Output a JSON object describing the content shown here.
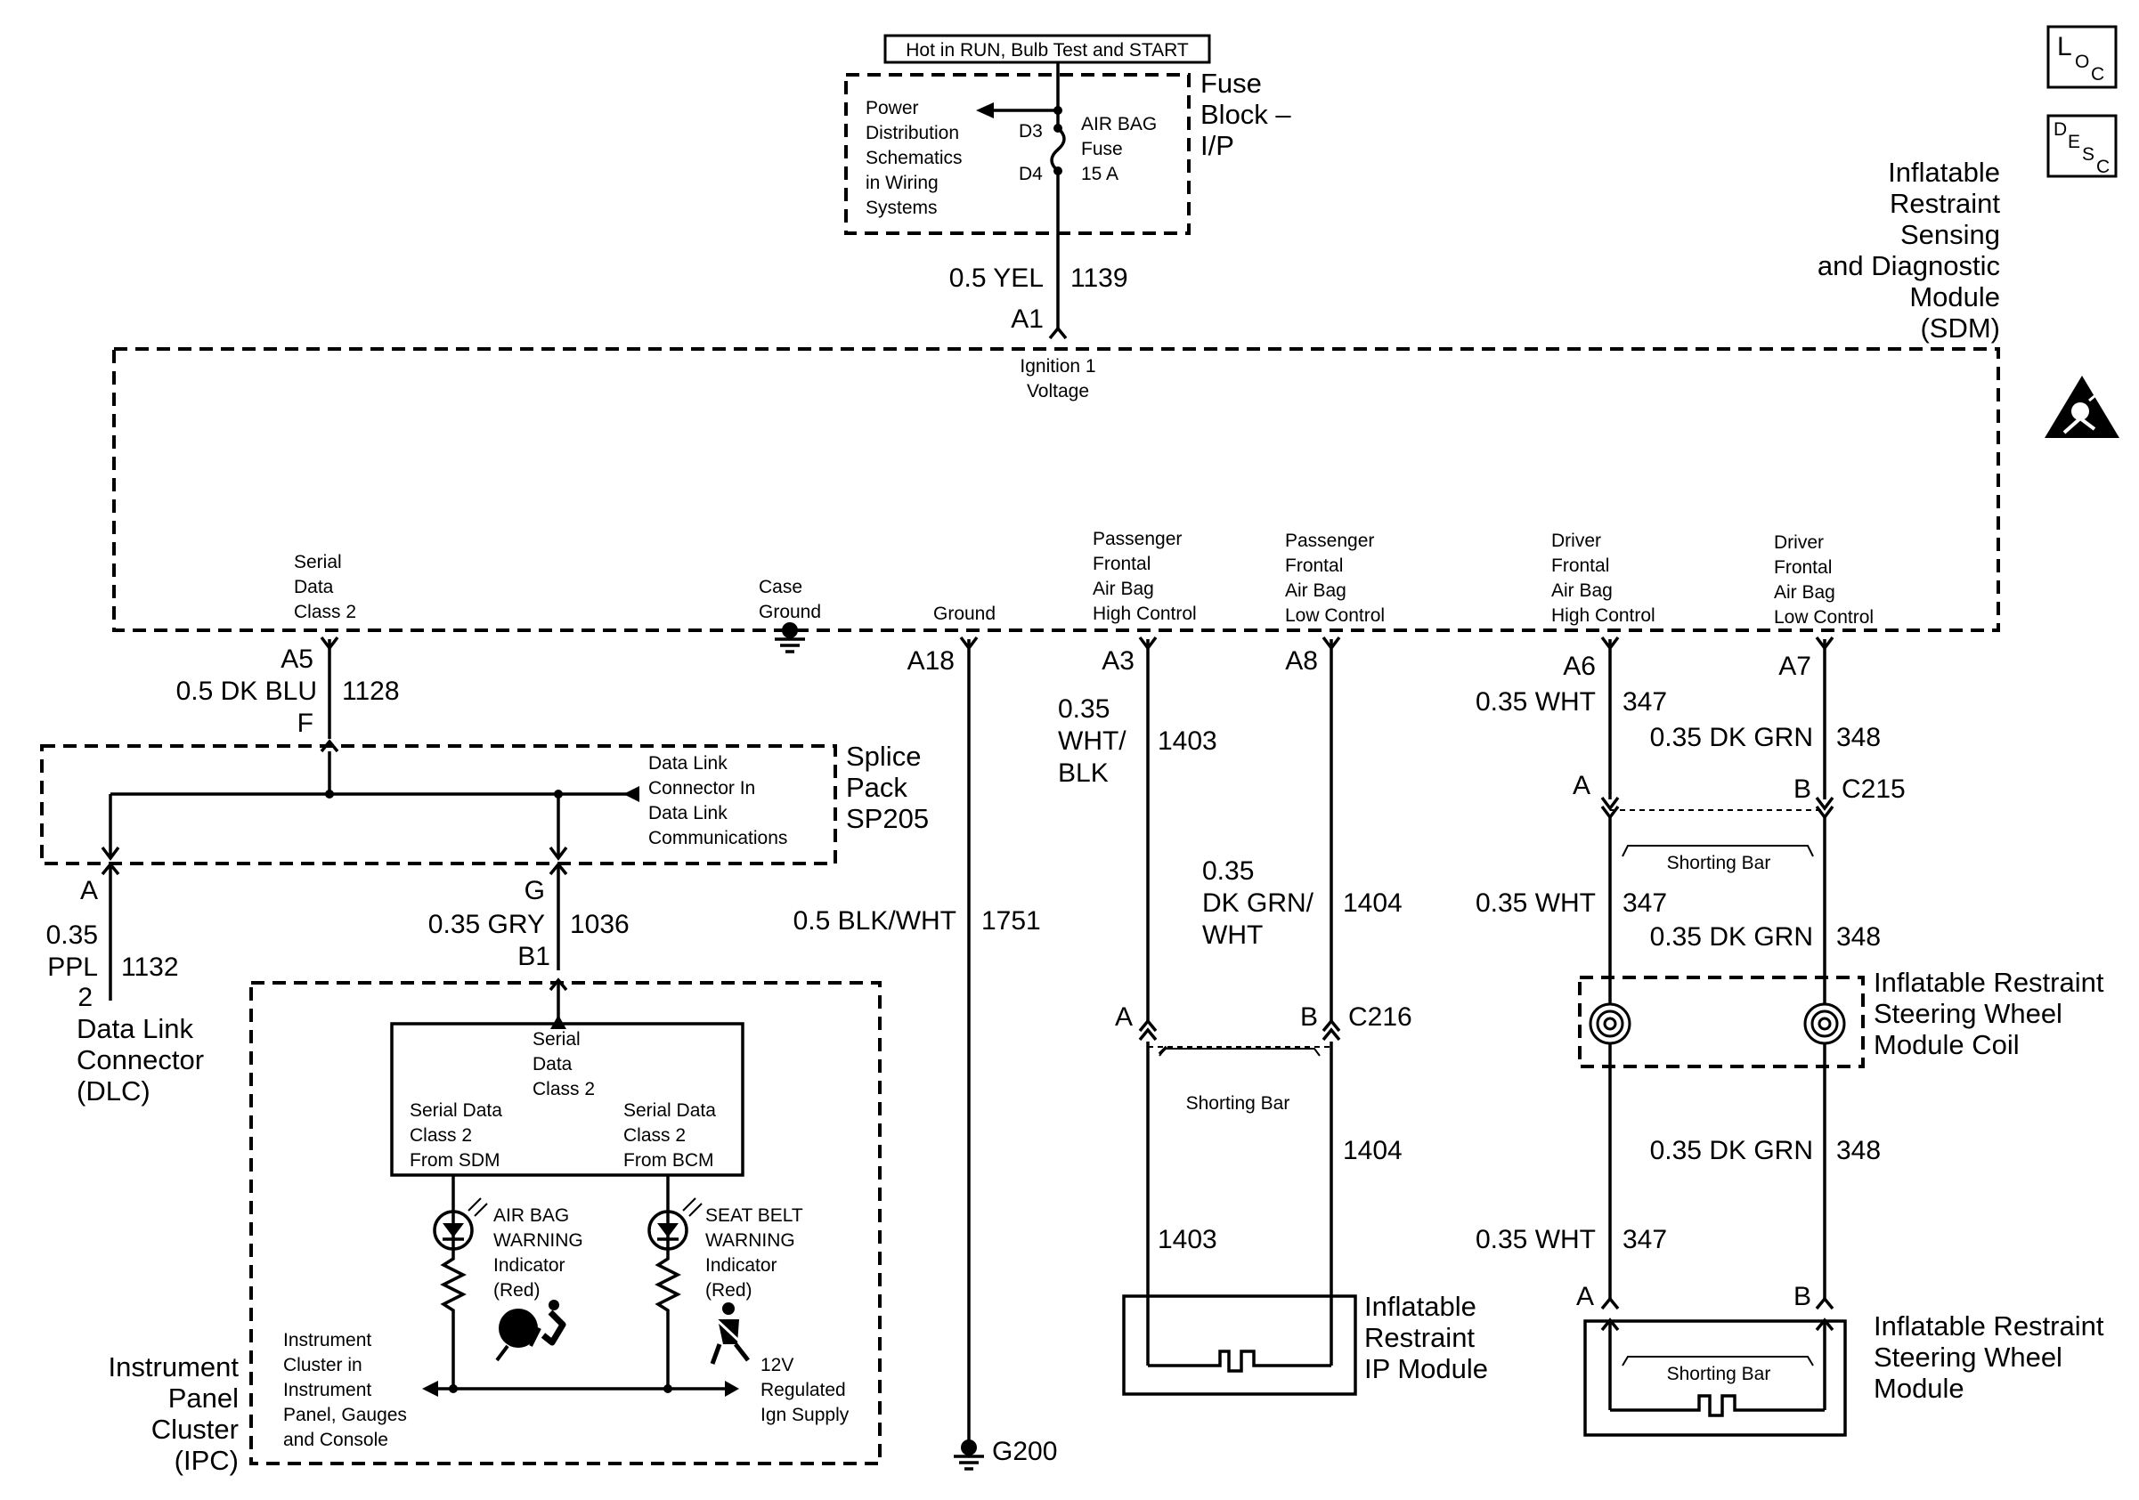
{
  "top_label": "Hot in RUN, Bulb Test and START",
  "fuse_block": {
    "title": [
      "Fuse",
      "Block –",
      "I/P"
    ],
    "power_dist": [
      "Power",
      "Distribution",
      "Schematics",
      "in Wiring",
      "Systems"
    ],
    "fuse": [
      "AIR BAG",
      "Fuse",
      "15 A"
    ],
    "pin_in": "D3",
    "pin_out": "D4"
  },
  "ign_wire": {
    "gauge": "0.5 YEL",
    "circuit": "1139",
    "pin": "A1"
  },
  "sdm": {
    "title": [
      "Inflatable",
      "Restraint",
      "Sensing",
      "and Diagnostic",
      "Module",
      "(SDM)"
    ],
    "ign_label": [
      "Ignition 1",
      "Voltage"
    ],
    "serial_label": [
      "Serial",
      "Data",
      "Class 2"
    ],
    "case_ground": [
      "Case",
      "Ground"
    ],
    "ground": "Ground",
    "pass_high": [
      "Passenger",
      "Frontal",
      "Air Bag",
      "High Control"
    ],
    "pass_low": [
      "Passenger",
      "Frontal",
      "Air Bag",
      "Low Control"
    ],
    "drv_high": [
      "Driver",
      "Frontal",
      "Air Bag",
      "High Control"
    ],
    "drv_low": [
      "Driver",
      "Frontal",
      "Air Bag",
      "Low Control"
    ]
  },
  "serial_wire": {
    "pin": "A5",
    "gauge": "0.5 DK BLU",
    "circuit": "1128",
    "splice_pin": "F"
  },
  "splice": {
    "title": [
      "Splice",
      "Pack",
      "SP205"
    ],
    "note": [
      "Data Link",
      "Connector In",
      "Data Link",
      "Communications"
    ],
    "pin_a": "A",
    "pin_g": "G"
  },
  "dlc_wire": {
    "gauge": [
      "0.35",
      "PPL"
    ],
    "circuit": "1132",
    "pin": "2"
  },
  "dlc": [
    "Data Link",
    "Connector",
    "(DLC)"
  ],
  "ipc_wire": {
    "gauge": "0.35 GRY",
    "circuit": "1036",
    "pin": "B1"
  },
  "ipc": {
    "title": [
      "Instrument",
      "Panel",
      "Cluster",
      "(IPC)"
    ],
    "serial_top": [
      "Serial",
      "Data",
      "Class 2"
    ],
    "from_sdm": [
      "Serial Data",
      "Class 2",
      "From SDM"
    ],
    "from_bcm": [
      "Serial Data",
      "Class 2",
      "From BCM"
    ],
    "airbag_ind": [
      "AIR BAG",
      "WARNING",
      "Indicator",
      "(Red)"
    ],
    "seatbelt_ind": [
      "SEAT BELT",
      "WARNING",
      "Indicator",
      "(Red)"
    ],
    "cluster_note": [
      "Instrument",
      "Cluster in",
      "Instrument",
      "Panel, Gauges",
      "and Console"
    ],
    "supply": [
      "12V",
      "Regulated",
      "Ign Supply"
    ]
  },
  "ground_wire": {
    "pin": "A18",
    "gauge": "0.5 BLK/WHT",
    "circuit": "1751",
    "ground": "G200"
  },
  "pass_circuit": {
    "pin_high": "A3",
    "pin_low": "A8",
    "high_gauge": [
      "0.35",
      "WHT/",
      "BLK"
    ],
    "high_circuit": "1403",
    "low_gauge": [
      "0.35",
      "DK GRN/",
      "WHT"
    ],
    "low_circuit": "1404",
    "conn_a": "A",
    "conn_b": "B",
    "connector": "C216",
    "shorting_bar": "Shorting Bar",
    "lower_low": "1404",
    "lower_high": "1403",
    "module": [
      "Inflatable",
      "Restraint",
      "IP Module"
    ]
  },
  "drv_circuit": {
    "pin_high": "A6",
    "pin_low": "A7",
    "white_gauge": "0.35 WHT",
    "white_circuit": "347",
    "green_gauge": "0.35 DK GRN",
    "green_circuit": "348",
    "conn_a": "A",
    "conn_b": "B",
    "connector": "C215",
    "shorting_bar": "Shorting Bar",
    "coil": [
      "Inflatable Restraint",
      "Steering Wheel",
      "Module Coil"
    ],
    "module_a": "A",
    "module_b": "B",
    "module_bar": "Shorting Bar",
    "module": [
      "Inflatable Restraint",
      "Steering Wheel",
      "Module"
    ]
  },
  "icons": {
    "loc": [
      "L",
      "O",
      "C"
    ],
    "desc": [
      "D",
      "E",
      "S",
      "C"
    ],
    "esd": "esd-warning-icon"
  }
}
